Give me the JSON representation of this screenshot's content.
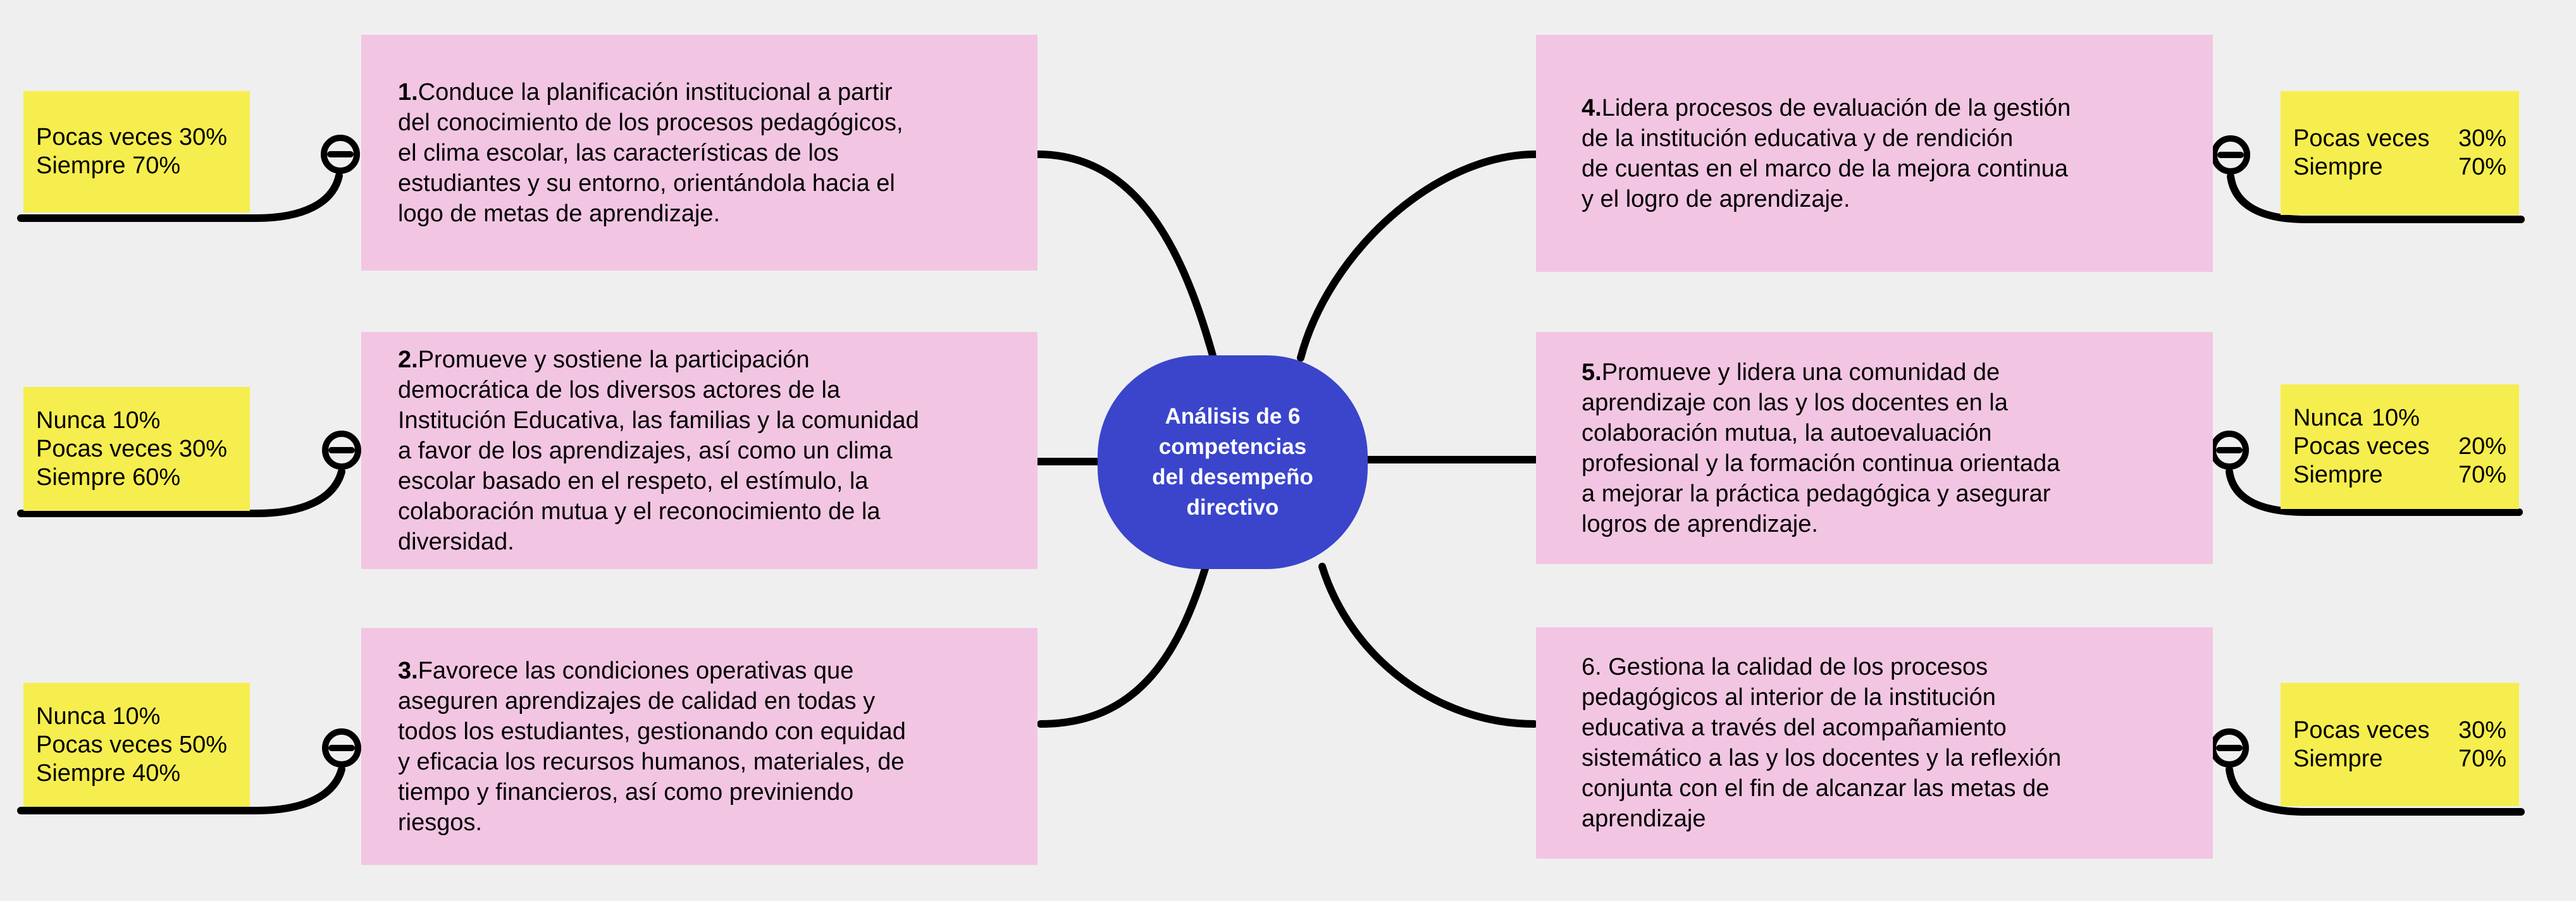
{
  "colors": {
    "background": "#f0efef",
    "branch_fill": "#f2c6e3",
    "note_fill": "#f6ee4e",
    "center_fill": "#3a45cb",
    "center_text": "#ffffff",
    "line": "#000000"
  },
  "icons": {
    "collapse": "minus-circle-icon"
  },
  "center": {
    "label": "Análisis de 6\ncompetencias\ndel desempeño\ndirectivo"
  },
  "branches": [
    {
      "num": "1.",
      "text": "Conduce la planificación institucional a partir\ndel conocimiento de los procesos pedagógicos,\nel clima escolar, las características de los\nestudiantes y su entorno, orientándola hacia el\nlogo de metas de aprendizaje."
    },
    {
      "num": "2.",
      "text": "Promueve y sostiene la participación\ndemocrática de los diversos actores de la\nInstitución Educativa, las familias y la comunidad\na favor de los aprendizajes, así como un clima\nescolar basado en el respeto, el estímulo, la\ncolaboración mutua y el reconocimiento de la\ndiversidad."
    },
    {
      "num": "3.",
      "text": "Favorece las condiciones operativas que\naseguren aprendizajes de calidad en todas y\ntodos los estudiantes, gestionando con equidad\ny eficacia los recursos humanos, materiales, de\ntiempo y financieros, así como previniendo\nriesgos."
    },
    {
      "num": "4.",
      "text": "Lidera procesos de evaluación de la gestión\nde la institución educativa y de rendición\nde cuentas en el marco de la mejora continua\ny el logro de aprendizaje."
    },
    {
      "num": "5.",
      "text": "Promueve y lidera una comunidad de\naprendizaje con las y los docentes en la\ncolaboración mutua, la autoevaluación\nprofesional y la formación continua orientada\na mejorar la práctica pedagógica y asegurar\nlogros de aprendizaje."
    },
    {
      "num": "",
      "text": "6. Gestiona la calidad de los procesos\npedagógicos al interior de la institución\neducativa a través del acompañamiento\nsistemático a las y los docentes y la reflexión\nconjunta con el fin de alcanzar las metas de\naprendizaje"
    }
  ],
  "notes": [
    {
      "side": "left",
      "lines": [
        {
          "label": "Pocas veces",
          "value": "30%"
        },
        {
          "label": "Siempre",
          "value": "70%"
        }
      ]
    },
    {
      "side": "left",
      "lines": [
        {
          "label": "Nunca",
          "value": "10%"
        },
        {
          "label": "Pocas veces",
          "value": "30%"
        },
        {
          "label": "Siempre",
          "value": "60%"
        }
      ]
    },
    {
      "side": "left",
      "lines": [
        {
          "label": "Nunca",
          "value": "10%"
        },
        {
          "label": "Pocas veces",
          "value": "50%"
        },
        {
          "label": "Siempre",
          "value": "40%"
        }
      ]
    },
    {
      "side": "right",
      "lines": [
        {
          "label": "Pocas veces",
          "value": "30%"
        },
        {
          "label": "Siempre",
          "value": "70%"
        }
      ]
    },
    {
      "side": "right",
      "lines": [
        {
          "label": "Nunca",
          "value": "10%"
        },
        {
          "label": "Pocas veces",
          "value": "20%"
        },
        {
          "label": "Siempre",
          "value": "70%"
        }
      ]
    },
    {
      "side": "right",
      "lines": [
        {
          "label": "Pocas veces",
          "value": "30%"
        },
        {
          "label": "Siempre",
          "value": "70%"
        }
      ]
    }
  ]
}
